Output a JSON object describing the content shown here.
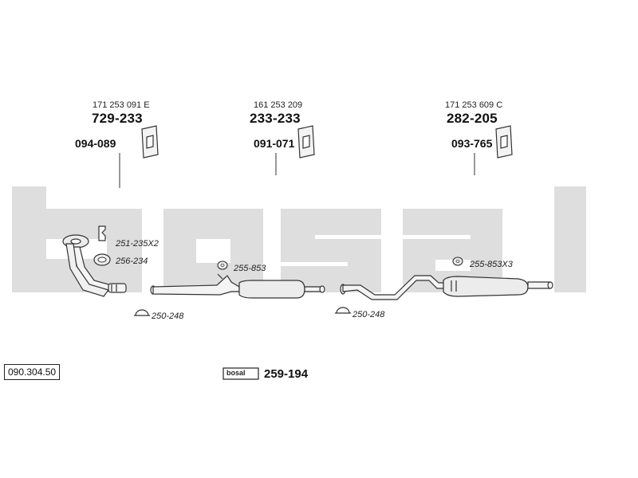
{
  "watermark": "bosal",
  "catalog_number": "090.304.50",
  "groups": [
    {
      "oe": "171 253 091 E",
      "part": "729-233",
      "bracket": "094-089"
    },
    {
      "oe": "161 253 209",
      "part": "233-233",
      "bracket": "091-071"
    },
    {
      "oe": "171 253 609 C",
      "part": "282-205",
      "bracket": "093-765"
    }
  ],
  "fittings": {
    "clamp_a": "251-235X2",
    "gasket": "256-234",
    "ring_mid": "255-853",
    "ring_rear": "255-853X3",
    "clamp_front": "250-248",
    "clamp_rear": "250-248"
  },
  "mounting_kit": {
    "logo": "bosal",
    "number": "259-194"
  }
}
